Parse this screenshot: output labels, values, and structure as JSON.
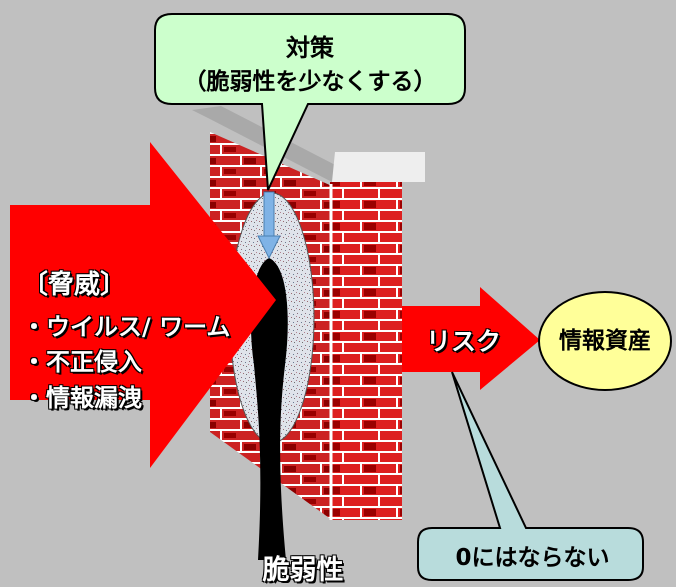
{
  "callouts": {
    "countermeasure_title": "対策",
    "countermeasure_subtitle": "（脆弱性を少なくする）",
    "not_zero": "0にはならない"
  },
  "threat": {
    "heading": "〔脅威〕",
    "items": [
      "・ウイルス/ ワーム",
      "・不正侵入",
      "・情報漏洩"
    ]
  },
  "risk_label": "リスク",
  "asset_label": "情報資産",
  "vulnerability_label": "脆弱性",
  "colors": {
    "background": "#c0c0c0",
    "threat_arrow": "#ff0000",
    "risk_arrow": "#ff0000",
    "brick": "#cc2222",
    "brick_dark": "#8b0000",
    "mortar": "#ffffff",
    "callout_green": "#ccffcc",
    "callout_blue": "#b8dcdc",
    "asset_yellow": "#ffff99"
  }
}
